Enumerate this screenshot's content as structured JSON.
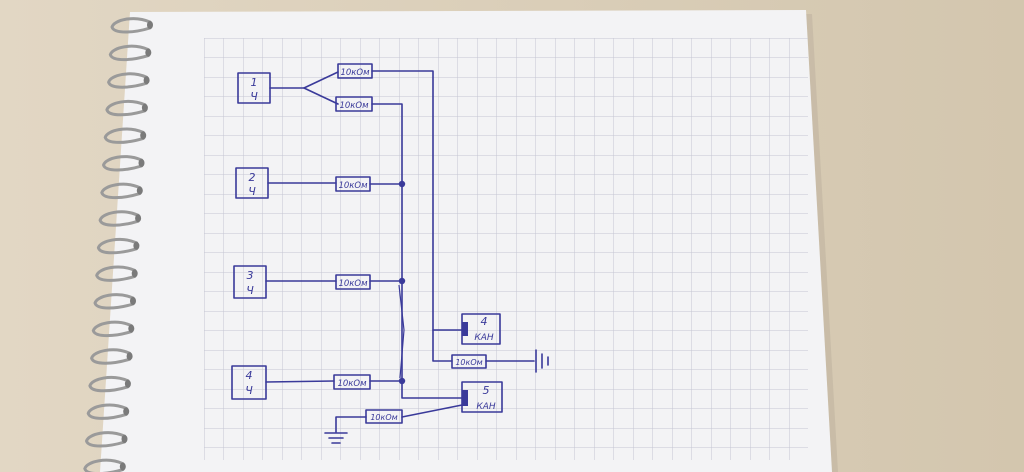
{
  "colors": {
    "desk": "#d9cdb8",
    "paper": "#f3f3f5",
    "grid": "#c4c6d2",
    "ink": "#3a3a9a",
    "spiral": "#9a9a9a"
  },
  "sources": [
    {
      "num": "1",
      "sub": "Ч"
    },
    {
      "num": "2",
      "sub": "Ч"
    },
    {
      "num": "3",
      "sub": "Ч"
    },
    {
      "num": "4",
      "sub": "Ч"
    }
  ],
  "resistor_label": "10кОм",
  "channels": [
    {
      "num": "4",
      "label": "КАН"
    },
    {
      "num": "5",
      "label": "КАН"
    }
  ],
  "ground_symbols": [
    "ground-right",
    "ground-bottom"
  ]
}
